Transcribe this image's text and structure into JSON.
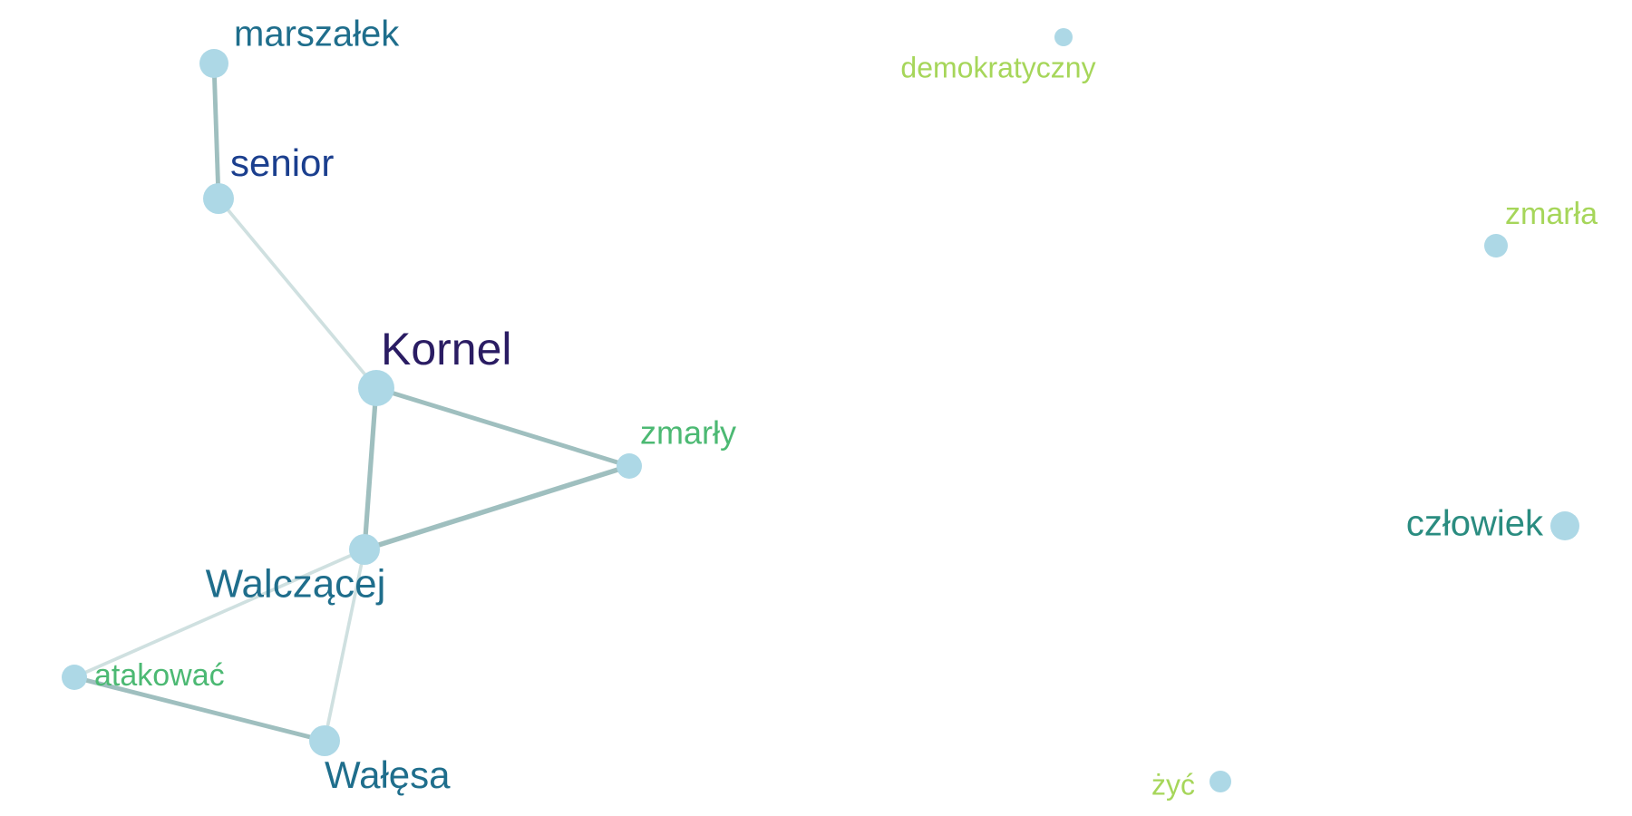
{
  "network": {
    "nodes": [
      {
        "id": "marszalek",
        "label": "marszałek",
        "weight": 0.6,
        "color": "#1f6e8c"
      },
      {
        "id": "senior",
        "label": "senior",
        "weight": 0.65,
        "color": "#1b3f8e"
      },
      {
        "id": "kornel",
        "label": "Kornel",
        "weight": 1.0,
        "color": "#2a1c63"
      },
      {
        "id": "zmarly",
        "label": "zmarły",
        "weight": 0.45,
        "color": "#4cb973"
      },
      {
        "id": "walczacej",
        "label": "Walczącej",
        "weight": 0.7,
        "color": "#1f6e8c"
      },
      {
        "id": "atakowac",
        "label": "atakować",
        "weight": 0.4,
        "color": "#4cb973"
      },
      {
        "id": "walesa",
        "label": "Wałęsa",
        "weight": 0.6,
        "color": "#1f6e8c"
      },
      {
        "id": "demokratyczny",
        "label": "demokratyczny",
        "weight": 0.2,
        "color": "#a6d65a"
      },
      {
        "id": "zmarla",
        "label": "zmarła",
        "weight": 0.35,
        "color": "#a6d65a"
      },
      {
        "id": "czlowiek",
        "label": "człowiek",
        "weight": 0.55,
        "color": "#2a8c80"
      },
      {
        "id": "zyc",
        "label": "żyć",
        "weight": 0.3,
        "color": "#a6d65a"
      }
    ],
    "edges": [
      {
        "source": "marszalek",
        "target": "senior",
        "strength": 0.8
      },
      {
        "source": "senior",
        "target": "kornel",
        "strength": 0.4
      },
      {
        "source": "kornel",
        "target": "zmarly",
        "strength": 0.8
      },
      {
        "source": "kornel",
        "target": "walczacej",
        "strength": 0.9
      },
      {
        "source": "zmarly",
        "target": "walczacej",
        "strength": 1.0
      },
      {
        "source": "walczacej",
        "target": "atakowac",
        "strength": 0.4
      },
      {
        "source": "walczacej",
        "target": "walesa",
        "strength": 0.4
      },
      {
        "source": "atakowac",
        "target": "walesa",
        "strength": 0.8
      }
    ],
    "colors": {
      "node_fill": "#add8e6",
      "edge_strong": "#9fbfbf",
      "edge_weak": "#cfe0e0",
      "background": "#ffffff"
    }
  }
}
